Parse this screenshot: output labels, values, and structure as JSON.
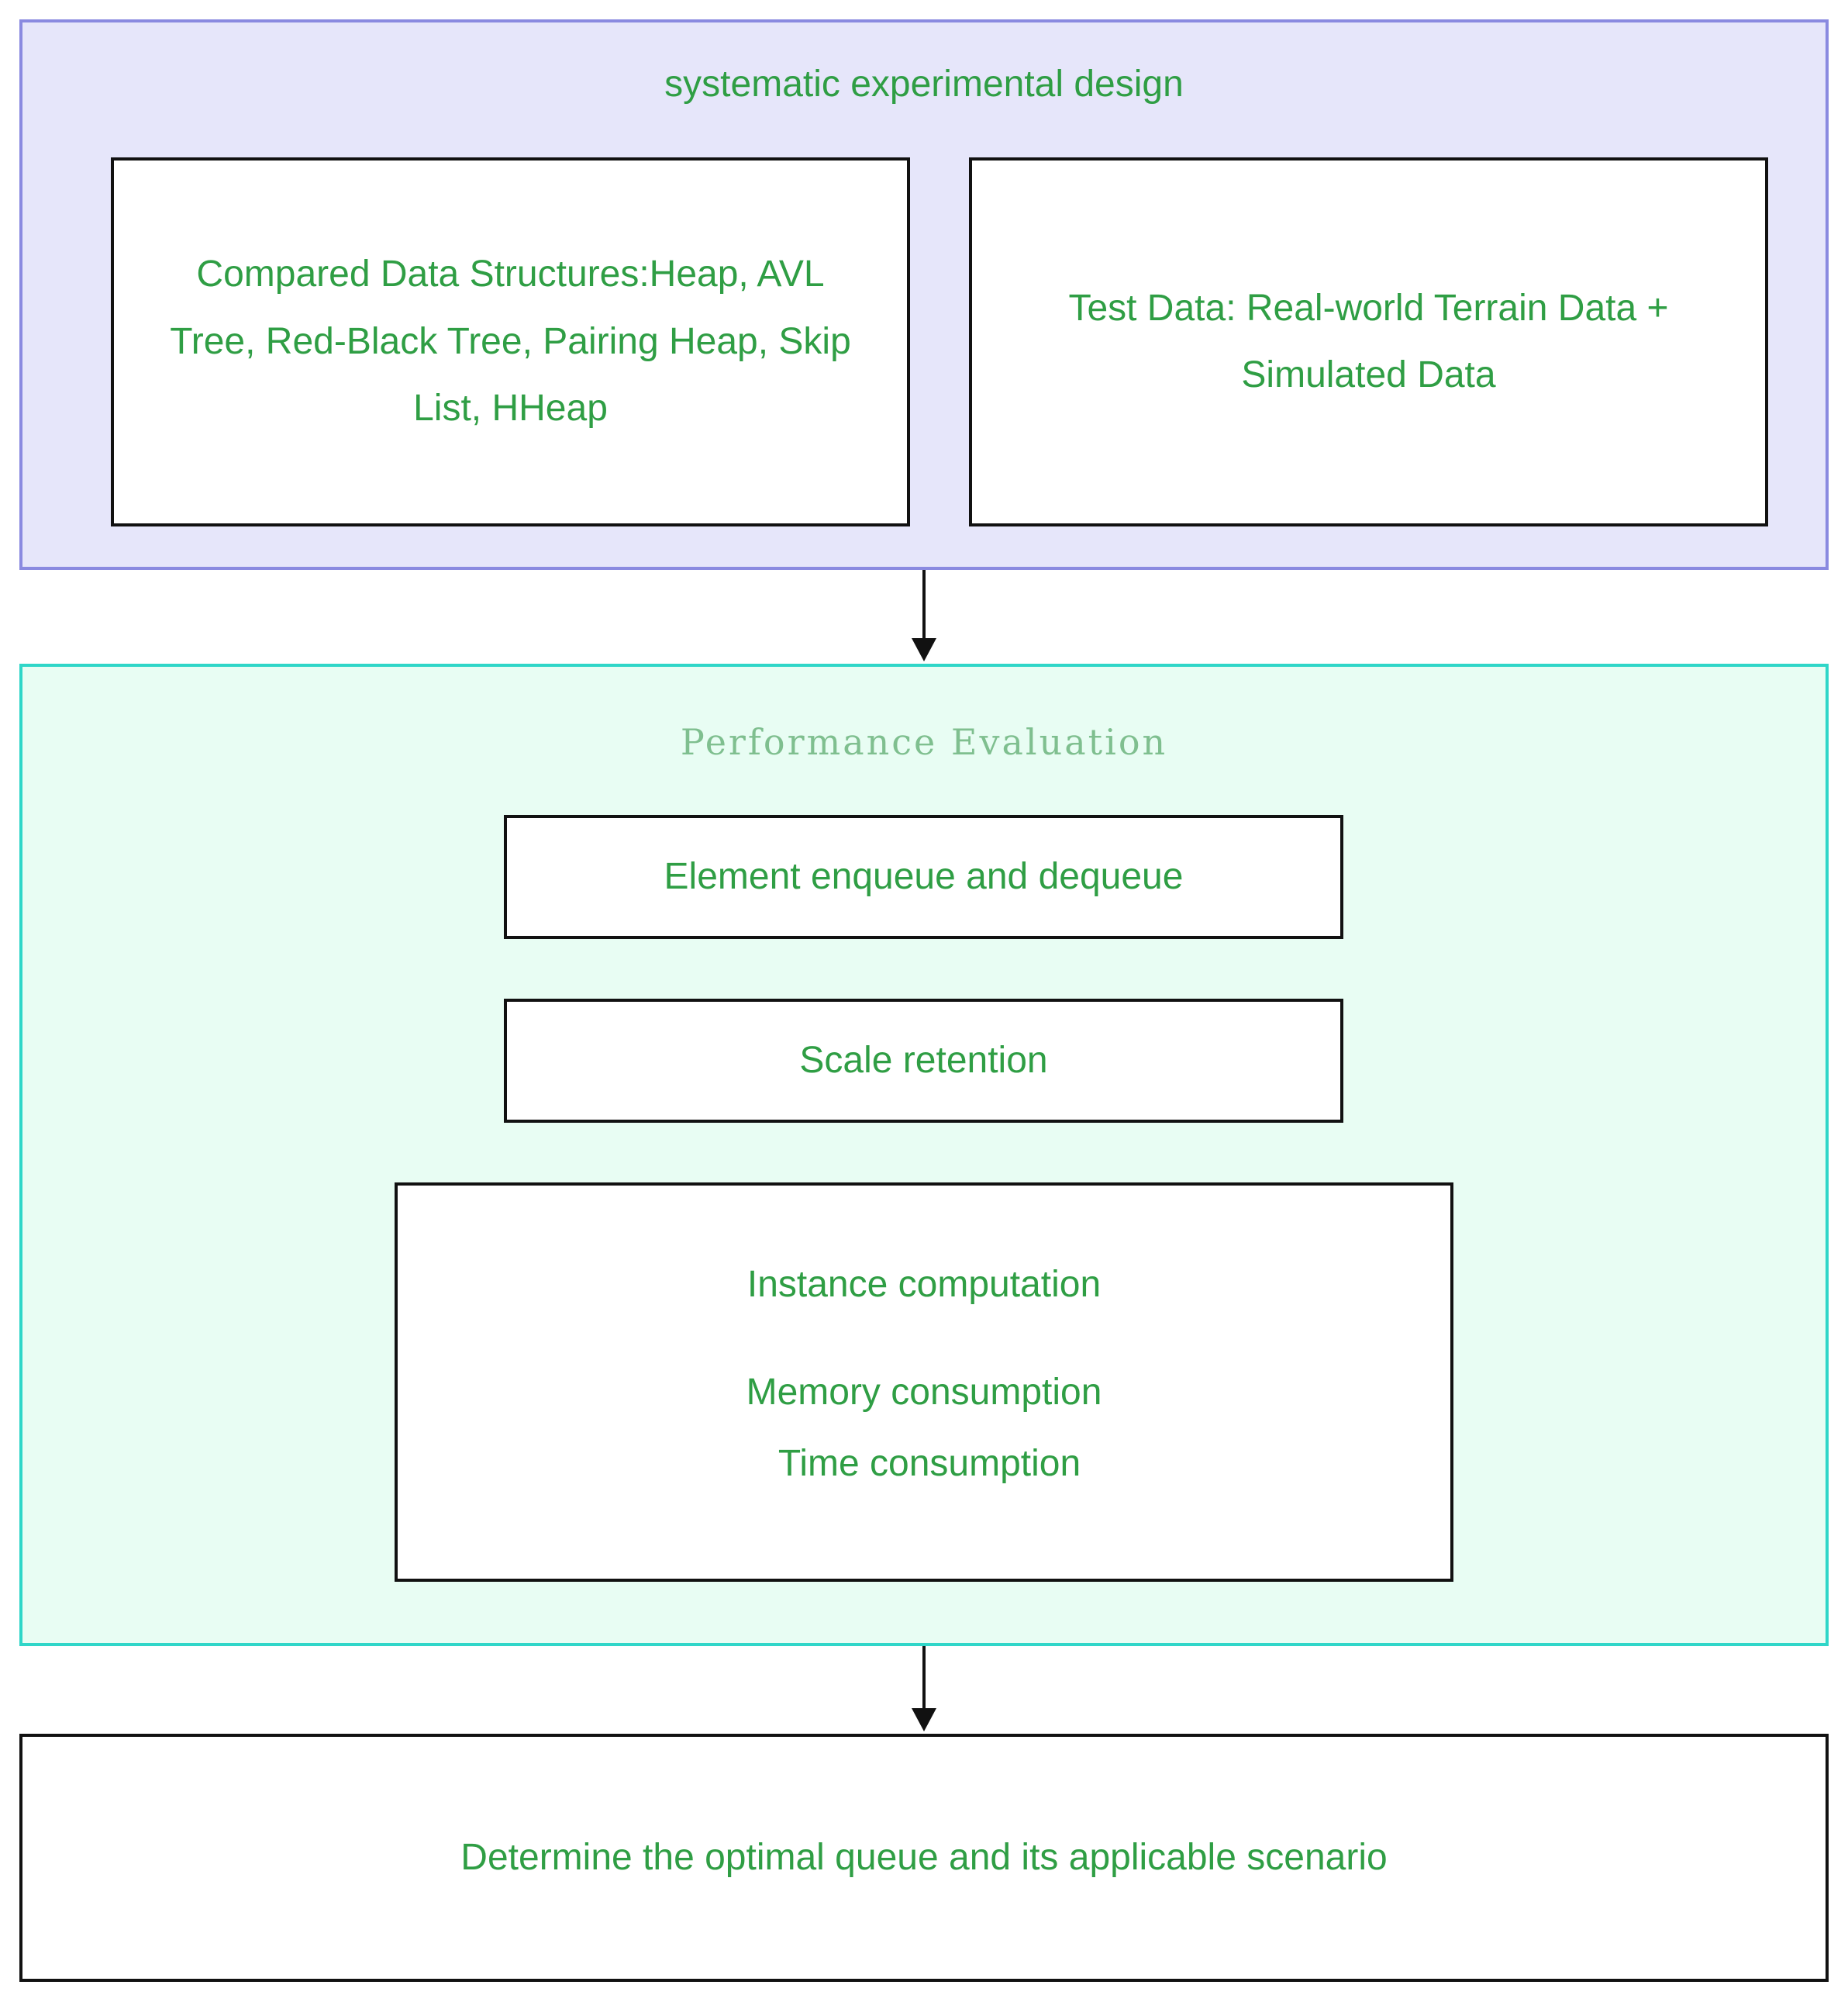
{
  "design": {
    "title": "systematic experimental design",
    "structures_text": "Compared Data Structures:Heap, AVL Tree, Red-Black Tree, Pairing Heap, Skip List, HHeap",
    "test_data_text": "Test Data: Real-world Terrain Data + Simulated Data"
  },
  "evaluation": {
    "title": "Performance Evaluation",
    "enqueue_text": "Element enqueue and dequeue",
    "scale_text": "Scale retention",
    "instance": {
      "heading": "Instance computation",
      "memory": "Memory consumption",
      "time": "Time consumption"
    }
  },
  "result": {
    "text": "Determine the optimal queue and its applicable scenario"
  },
  "colors": {
    "text_green": "#2f9e44",
    "design_fill": "#e6e6fa",
    "design_border": "#8a8ae0",
    "eval_fill": "#e8fdf3",
    "eval_border": "#2fd6c8"
  }
}
